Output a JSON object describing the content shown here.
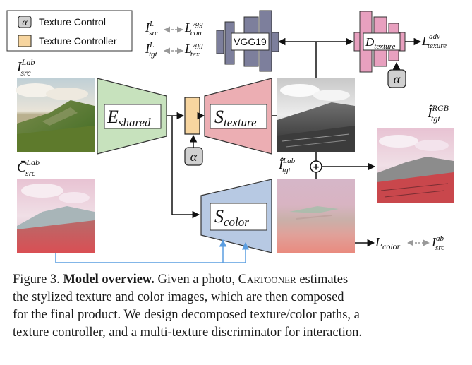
{
  "legend": {
    "alpha_symbol": "α",
    "texture_control_label": "Texture Control",
    "texture_controller_label": "Texture Controller"
  },
  "colors": {
    "green_block": "#c7e2bd",
    "pink_block": "#ecaeb3",
    "blue_block": "#b7c9e3",
    "vgg_block": "#7d7f9c",
    "disc_block": "#e8a0bf",
    "controller": "#f7d59f",
    "alpha_box": "#d0d0d0",
    "arrow_blue": "#5a9de0"
  },
  "labels": {
    "e_shared_main": "E",
    "e_shared_sub": "shared",
    "s_texture_main": "S",
    "s_texture_sub": "texture",
    "s_color_main": "S",
    "s_color_sub": "color",
    "vgg": "VGG19",
    "d_main": "D",
    "d_sub": "texture",
    "alpha": "α",
    "l_adv_main": "L",
    "l_adv_sup": "adv",
    "l_adv_sub": "texure",
    "l_src_main": "I",
    "l_src_sup": "L",
    "l_src_sub": "src",
    "l_tgt_main": "I",
    "l_tgt_sup": "L",
    "l_tgt_sub": "tgt",
    "l_con_main": "L",
    "l_con_sup": "vgg",
    "l_con_sub": "con",
    "l_tex_main": "L",
    "l_tex_sup": "vgg",
    "l_tex_sub": "tex",
    "i_src_lab_main": "I",
    "i_src_lab_sup": "Lab",
    "i_src_lab_sub": "src",
    "cbar_src_lab_main": "C̄",
    "cbar_src_lab_sup": "Lab",
    "cbar_src_lab_sub": "src",
    "ihat_tgt_lab_main": "Î",
    "ihat_tgt_lab_sup": "Lab",
    "ihat_tgt_lab_sub": "tgt",
    "ihat_tgt_rgb_main": "Î",
    "ihat_tgt_rgb_sup": "RGB",
    "ihat_tgt_rgb_sub": "tgt",
    "l_color_main": "L",
    "l_color_sub": "color",
    "ibar_src_ab_main": "Ī",
    "ibar_src_ab_sup": "ab",
    "ibar_src_ab_sub": "src",
    "plus": "+"
  },
  "caption": {
    "lead": "Figure 3. ",
    "bold": "Model overview.",
    "line1_rest_a": " Given a photo, ",
    "name_first": "C",
    "name_rest": "artooner",
    "line1_rest_b": " estimates",
    "line2": "the stylized texture and color images, which are then composed",
    "line3": "for the final product. We design decomposed texture/color paths, a",
    "line4": "texture controller, and a multi-texture discriminator for interaction."
  }
}
